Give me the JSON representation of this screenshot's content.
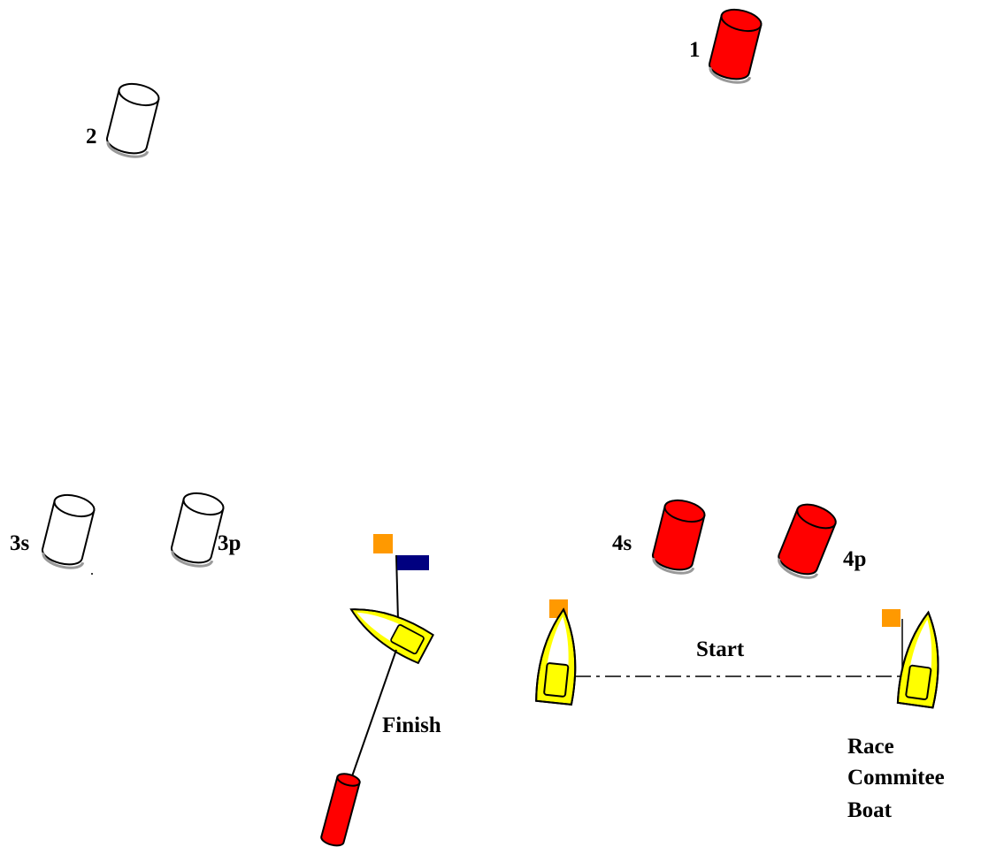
{
  "marks": {
    "m1": "1",
    "m2": "2",
    "m3s": "3s",
    "m3p": "3p",
    "m4s": "4s",
    "m4p": "4p"
  },
  "lines": {
    "start": "Start",
    "finish": "Finish"
  },
  "committee_boat": {
    "line1": "Race",
    "line2": "Commitee",
    "line3": "Boat"
  },
  "colors": {
    "red_mark": "#ff0000",
    "white_mark": "#ffffff",
    "boat_hull": "#ffff00",
    "orange_flag": "#ff9900",
    "blue_flag": "#000080"
  }
}
